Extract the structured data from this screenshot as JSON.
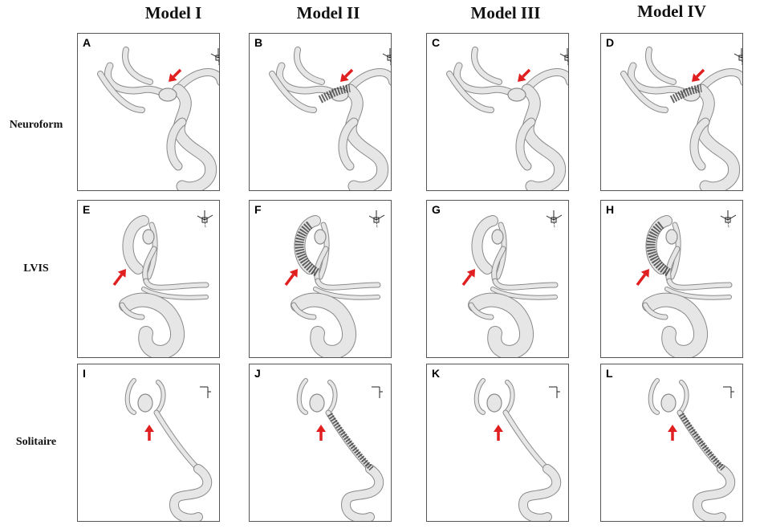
{
  "columns": [
    {
      "label": "Model I"
    },
    {
      "label": "Model II"
    },
    {
      "label": "Model III"
    },
    {
      "label": "Model IV"
    }
  ],
  "rows": [
    {
      "label": "Neuroform",
      "panels": [
        "A",
        "B",
        "C",
        "D"
      ]
    },
    {
      "label": "LVIS",
      "panels": [
        "E",
        "F",
        "G",
        "H"
      ]
    },
    {
      "label": "Solitaire",
      "panels": [
        "I",
        "J",
        "K",
        "L"
      ]
    }
  ],
  "colors": {
    "arrow": "#e02020",
    "vessel_fill": "#e6e6e6",
    "vessel_stroke": "#8a8a8a",
    "stent_mesh": "#333333",
    "border": "#555555"
  }
}
